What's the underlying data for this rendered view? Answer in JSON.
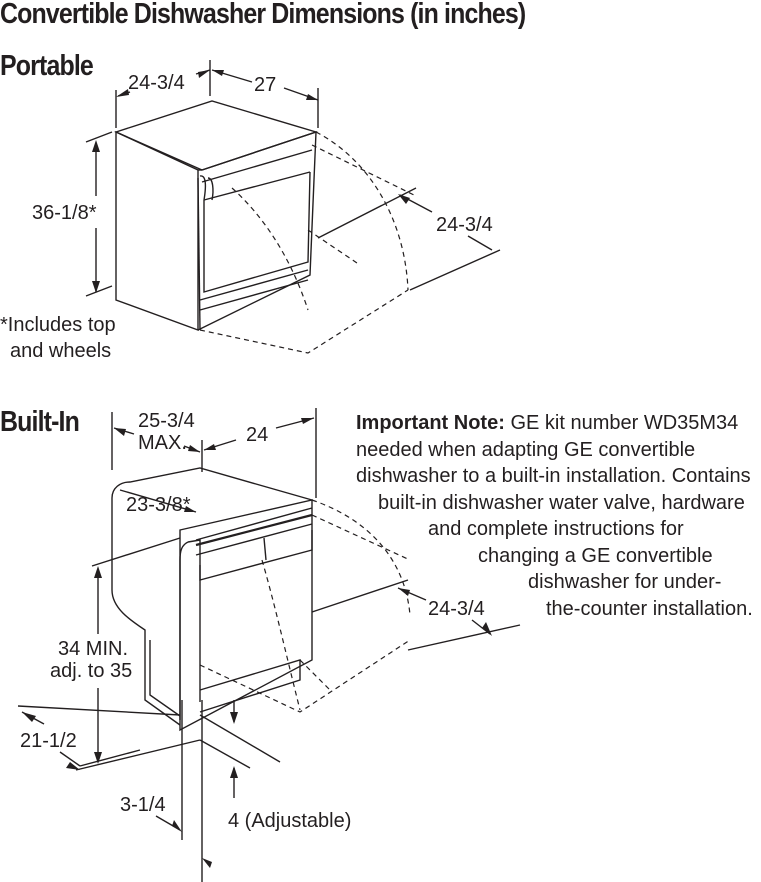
{
  "title": "Convertible Dishwasher Dimensions (in inches)",
  "portable": {
    "heading": "Portable",
    "depth_top": "24-3/4",
    "width_top": "27",
    "height": "36-1/8*",
    "door_depth": "24-3/4",
    "footnote_line1": "*Includes top",
    "footnote_line2": "and wheels"
  },
  "builtin": {
    "heading": "Built-In",
    "max_depth_line1": "25-3/4",
    "max_depth_line2": "MAX.",
    "width": "24",
    "depth": "23-3/8*",
    "door_depth": "24-3/4",
    "height_line1": "34 MIN.",
    "height_line2": "adj. to 35",
    "toe_depth": "21-1/2",
    "toe_offset": "3-1/4",
    "toe_height": "4 (Adjustable)"
  },
  "note": {
    "label": "Important Note:",
    "line1": " GE kit number WD35M34",
    "line2": "needed when adapting GE convertible",
    "line3": "dishwasher to a built-in installation. Contains",
    "line4": "built-in dishwasher water valve, hardware",
    "line5": "and complete instructions for",
    "line6": "changing a GE convertible",
    "line7": "dishwasher for under-",
    "line8": "the-counter installation."
  }
}
